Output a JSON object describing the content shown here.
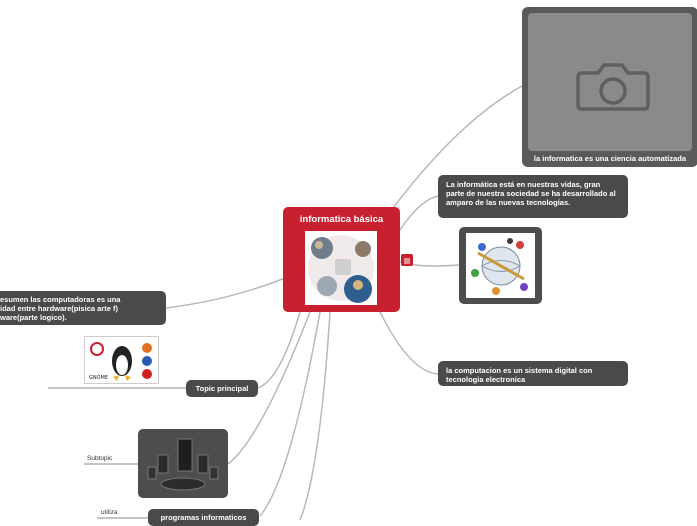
{
  "central": {
    "title": "informatica básica",
    "photo_icon": "computer-collage-image"
  },
  "topics": {
    "top_right": "la informatica es una ciencia automatizada",
    "right_1": "La informática  está en nuestras vidas, gran parte de nuestra sociedad se ha desarrollado al amparo de las nuevas tecnologías.",
    "right_2": "la computacion es un sistema digital con tecnologia electronica",
    "left_1_line1": "esumen las computadoras es una",
    "left_1_line2": "idad entre hardware(pisica arte f)",
    "left_1_line3": "ware(parte logico).",
    "topic_principal": "Topic principal",
    "programas": "programas informaticos"
  },
  "labels": {
    "subtopic": "Subtopic",
    "utiliza": "utiliza"
  },
  "icons": {
    "camera": "camera-icon",
    "notes": "notes-icon",
    "globe": "globe-people-image",
    "linux": "linux-logos-image",
    "speakers": "computer-speakers-image"
  },
  "colors": {
    "central": "#c8202f",
    "topic": "#4a4a4a",
    "line": "#b5b5b5"
  }
}
